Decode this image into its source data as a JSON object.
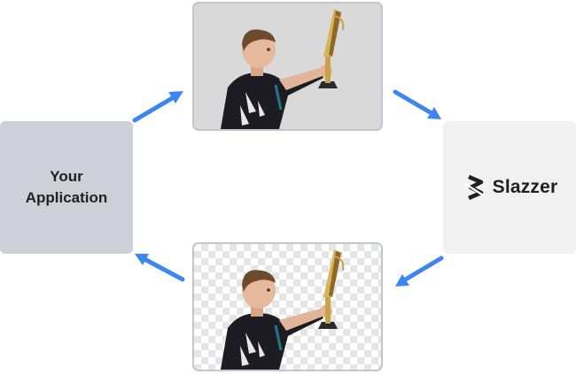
{
  "app": {
    "label": "Your\nApplication"
  },
  "service": {
    "brand": "Slazzer",
    "logo_icon": "slazzer-logo-icon"
  },
  "photos": [
    {
      "role": "original",
      "subject": "boy-holding-trophy"
    },
    {
      "role": "background-removed",
      "subject": "boy-holding-trophy"
    }
  ],
  "colors": {
    "arrow": "#3d86f2",
    "app_box": "#cdd0d9",
    "service_box": "#f1f1f1",
    "photo_border": "#c3c6ce",
    "trophy_gold": "#c9a24a",
    "jersey": "#1c1c22"
  }
}
